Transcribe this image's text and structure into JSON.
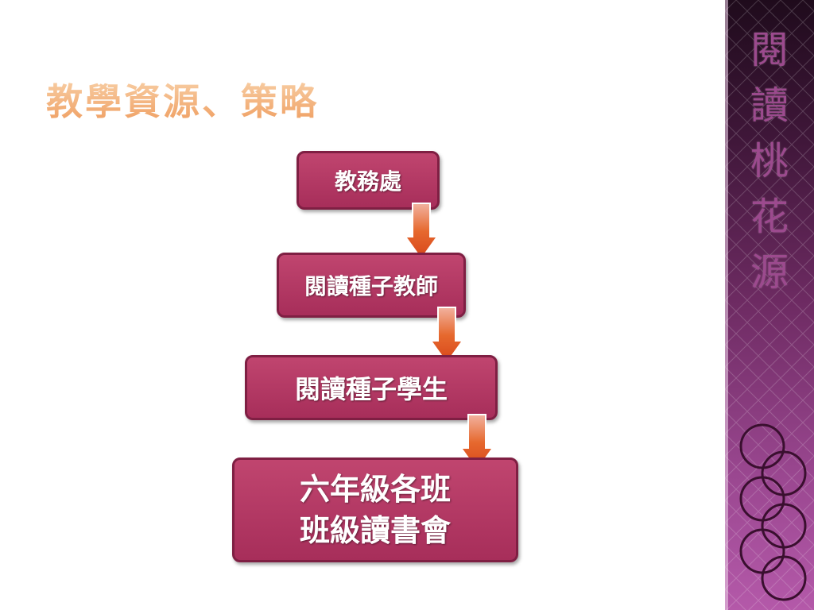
{
  "slide": {
    "title": "教學資源、策略"
  },
  "flow": {
    "boxes": [
      {
        "label": "教務處"
      },
      {
        "label": "閱讀種子教師"
      },
      {
        "label": "閱讀種子學生"
      },
      {
        "lines": [
          "六年級各班",
          "班級讀書會"
        ]
      }
    ]
  },
  "sidebar": {
    "vertical_title_chars": [
      "閱",
      "讀",
      "桃",
      "花",
      "源"
    ]
  },
  "colors": {
    "box_fill": "#b03563",
    "box_border": "#7f1f43",
    "arrow_fill": "#e0561b",
    "title_color": "#f3b98c",
    "sidebar_text": "#9c4a8e"
  },
  "icons": {
    "arrow": "down-arrow-icon",
    "rings": "interlocking-rings-icon"
  }
}
